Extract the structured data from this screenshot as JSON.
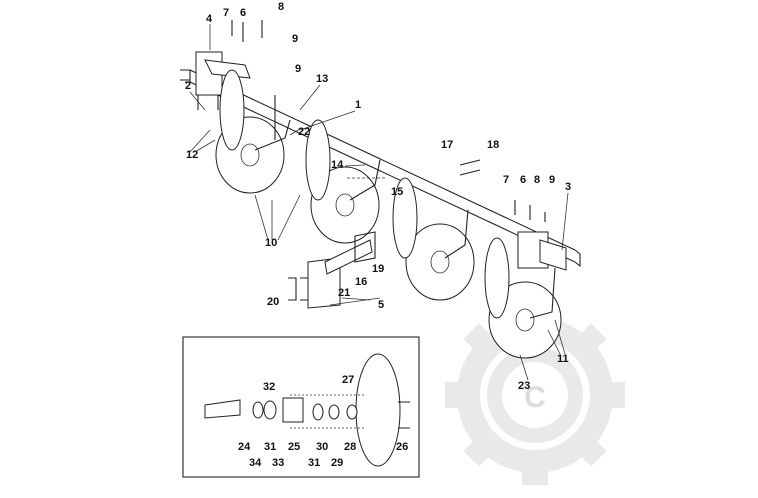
{
  "diagram": {
    "callouts": [
      "1",
      "2",
      "3",
      "4",
      "5",
      "6",
      "7",
      "8",
      "9",
      "10",
      "11",
      "12",
      "13",
      "14",
      "15",
      "16",
      "17",
      "18",
      "19",
      "20",
      "21",
      "22",
      "23"
    ],
    "detail_callouts": [
      "24",
      "25",
      "26",
      "27",
      "28",
      "29",
      "30",
      "31",
      "32",
      "33",
      "34"
    ],
    "watermark_letter": "C",
    "watermark_icon": "gear-logo-icon"
  }
}
